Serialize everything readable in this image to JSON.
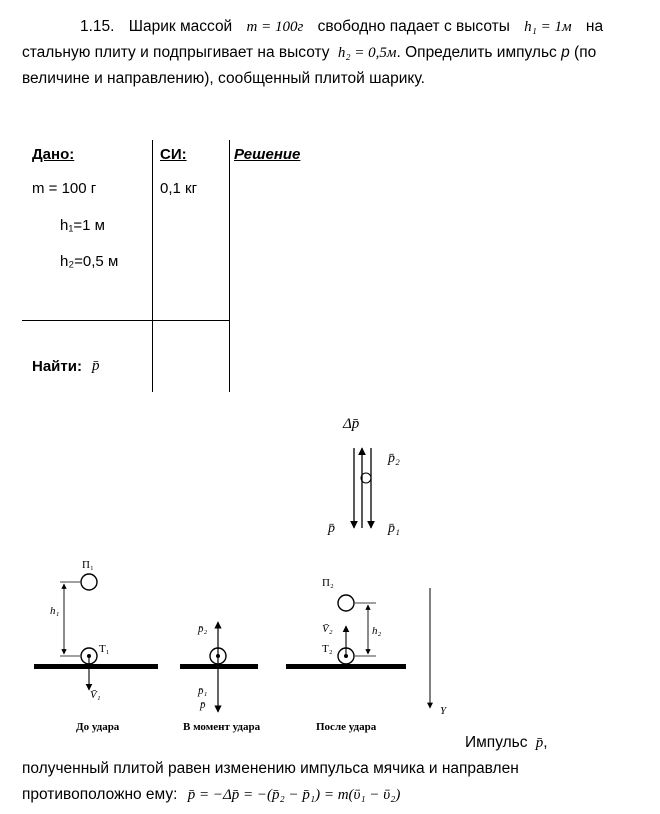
{
  "problem": {
    "line1_num": "1.15.",
    "line1_a": "Шарик массой",
    "mass_expr": "m = 100г",
    "line1_b": "свободно падает с высоты",
    "h1_expr": "h₁ = 1м",
    "line1_c": "на",
    "line2_a": "стальную плиту и подпрыгивает на высоту",
    "h2_expr": "h₂ = 0,5м",
    "line2_b": ". Определить импульс",
    "line2_p": "p",
    "line2_c": "(по",
    "line3": "величине и направлению), сообщенный плитой шарику."
  },
  "table": {
    "given_header": "Дано:",
    "si_header": "СИ:",
    "solution_header": "Решение",
    "m": "m = 100 г",
    "m_si": "0,1 кг",
    "h1": "h₁=1 м",
    "h2": "h₂=0,5 м",
    "find_label": "Найти:",
    "find_symbol": "p̄"
  },
  "diagram": {
    "dp": "Δp̄",
    "p2": "p̄₂",
    "p": "p̄",
    "p1": "p̄₁",
    "P1": "П₁",
    "h1": "h₁",
    "T1": "Т₁",
    "V1": "V̄₁",
    "mid_p2": "p̄₂",
    "mid_p1": "p̄₁",
    "mid_p": "p̄",
    "P2": "П₂",
    "V2": "V̄₂",
    "T2": "Т₂",
    "h2": "h₂",
    "Y": "Y",
    "cap_before": "До удара",
    "cap_moment": "В момент удара",
    "cap_after": "После удара"
  },
  "conclusion": {
    "l1_a": "Импульс",
    "l1_sym": "p̄",
    "l1_b": ",",
    "l2": "полученный плитой равен изменению импульса мячика и направлен",
    "l3": "противоположно ему:",
    "formula": "p̄ = −Δp̄ = −(p̄₂ − p̄₁) = m(ῡ₁ − ῡ₂)"
  }
}
